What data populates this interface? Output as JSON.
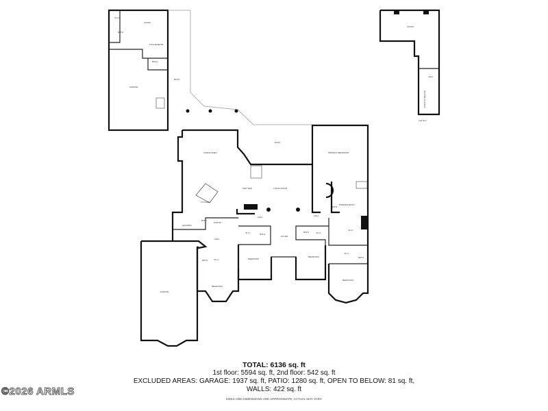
{
  "summary": {
    "total": "TOTAL: 6136 sq. ft",
    "floors": "1st floor: 5594 sq. ft, 2nd floor: 542 sq. ft",
    "excluded": "EXCLUDED AREAS: GARAGE: 1937 sq. ft, PATIO: 1280 sq. ft, OPEN TO BELOW: 81 sq. ft,",
    "walls": "WALLS: 422 sq. ft",
    "disclaimer": "SIZES AND DIMENSIONS ARE APPROXIMATE, ACTUAL MAY VARY."
  },
  "watermark": "©2026 ARMLS",
  "rooms": {
    "casita_wic": "W.I.C",
    "casita_room": "ROOM",
    "casita_bath": "BATH",
    "kitchenette": "KITCHENETTE",
    "casita_bath2": "BATH",
    "detached_garage": "GARAGE",
    "side_patio": "PATIO",
    "upper_room": "ROOM",
    "upper_hall": "HALL",
    "open_to_below": "OPEN TO BELOW",
    "upper_floor_label": "2nd floor",
    "dining": "DINING AREA",
    "patio": "PATIO",
    "primary_bedroom": "PRIMARY BEDROOM",
    "kitchen": "KITCHEN",
    "wet_bar": "WET BAR",
    "living": "LIVING ROOM",
    "primary_bath": "PRIMARY BATH",
    "bath_a": "BATH",
    "hall_a": "HALL",
    "hall_b": "HALL",
    "laundry": "LAUNDRY",
    "bath_b": "BATH",
    "pantry": "PANTRY",
    "hall_c": "HALL",
    "wic_a": "W.I.C",
    "bath_c": "BATH",
    "foyer": "FOYER",
    "bath_d": "BATH",
    "wic_b": "W.I.C",
    "wic_c": "W.I.C",
    "bedroom_a": "BEDROOM",
    "bedroom_b": "BEDROOM",
    "wic_d": "W.I.C",
    "bath_e": "BATH",
    "bedroom_c": "BEDROOM",
    "bedroom_d": "BEDROOM",
    "wic_e": "W.I.C",
    "bath_f": "BATH",
    "main_garage": "GARAGE"
  }
}
